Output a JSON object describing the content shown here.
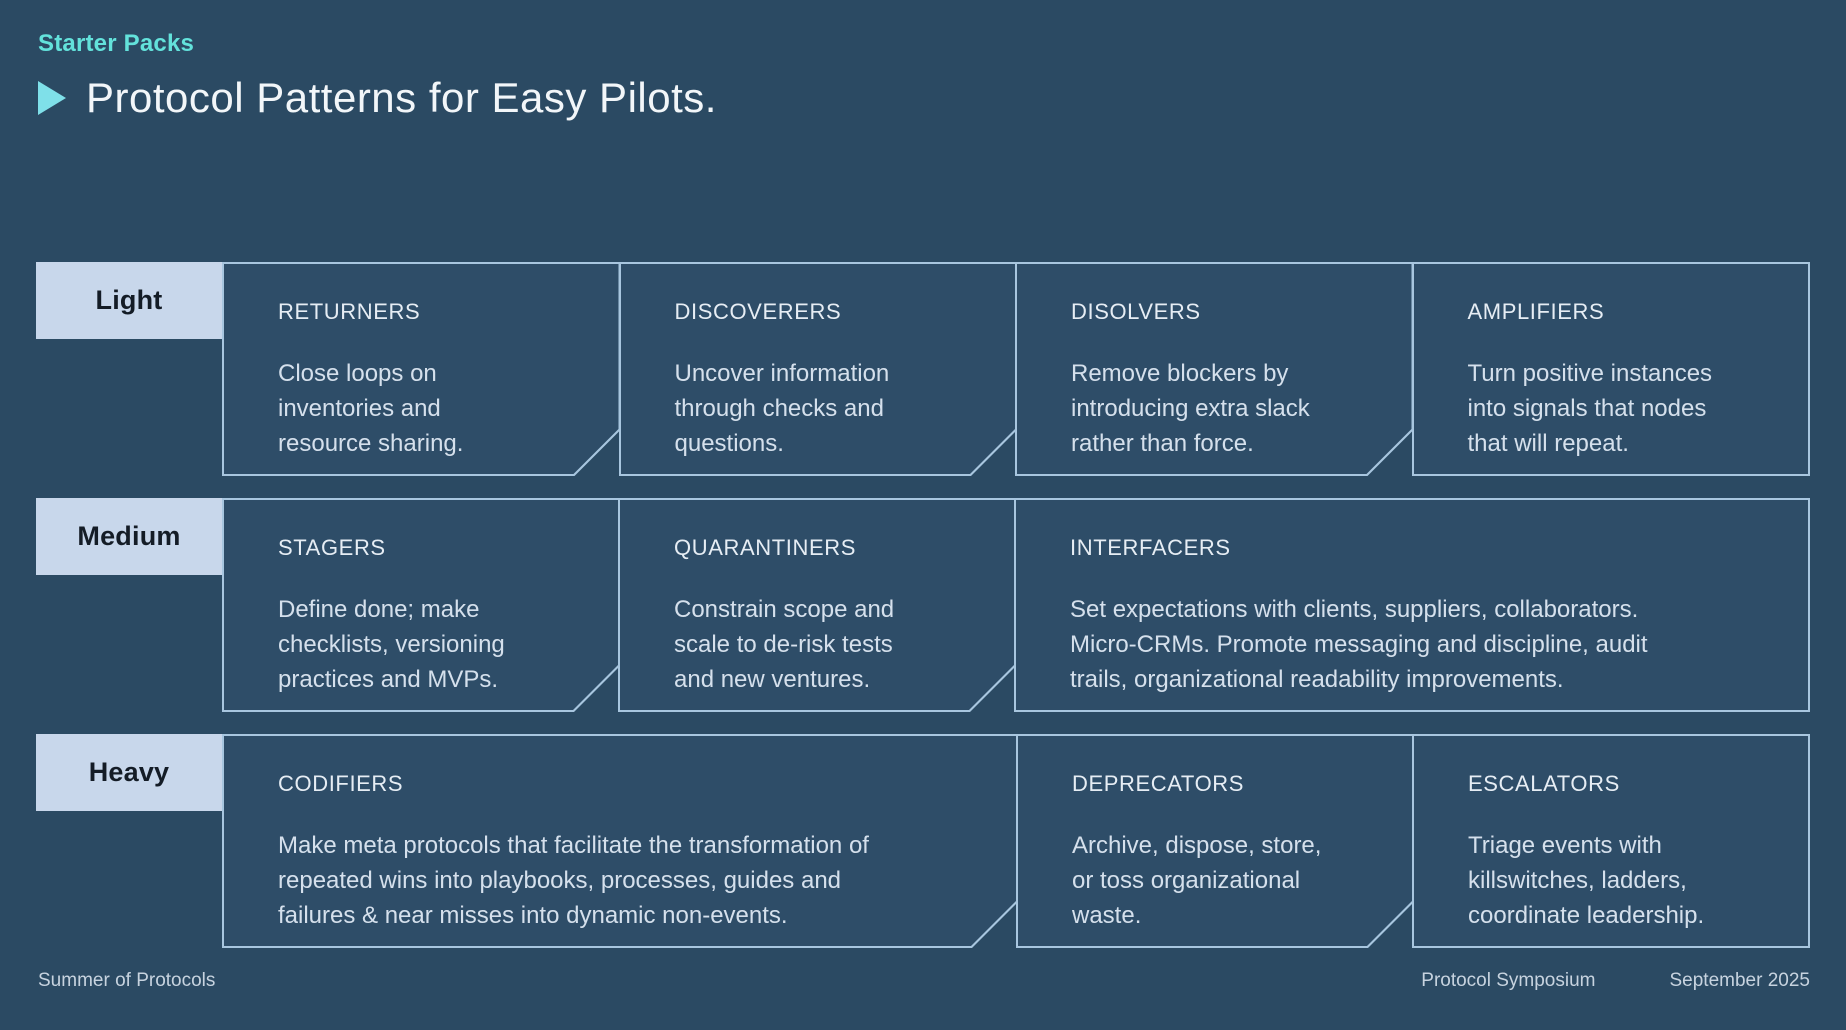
{
  "header": {
    "eyebrow": "Starter Packs",
    "title": "Protocol Patterns for Easy Pilots."
  },
  "rows": [
    {
      "label": "Light",
      "cards": [
        {
          "name": "RETURNERS",
          "description": "Close loops on\ninventories and\nresource sharing.",
          "notched": true
        },
        {
          "name": "DISCOVERERS",
          "description": "Uncover information\nthrough checks and\nquestions.",
          "notched": true
        },
        {
          "name": "DISOLVERS",
          "description": "Remove blockers by\nintroducing extra slack\nrather than force.",
          "notched": true
        },
        {
          "name": "AMPLIFIERS",
          "description": "Turn positive instances\ninto signals that nodes\nthat will repeat.",
          "notched": false
        }
      ]
    },
    {
      "label": "Medium",
      "cards": [
        {
          "name": "STAGERS",
          "description": "Define done; make\nchecklists, versioning\npractices and MVPs.",
          "notched": true
        },
        {
          "name": "QUARANTINERS",
          "description": "Constrain scope and\nscale to de-risk tests\nand new ventures.",
          "notched": true
        },
        {
          "name": "INTERFACERS",
          "description": "Set expectations with clients, suppliers, collaborators.\nMicro-CRMs. Promote messaging and discipline, audit\ntrails, organizational readability improvements.",
          "notched": false,
          "span": 2
        }
      ]
    },
    {
      "label": "Heavy",
      "cards": [
        {
          "name": "CODIFIERS",
          "description": "Make meta protocols that facilitate the transformation of\nrepeated wins into playbooks, processes, guides and\nfailures & near misses into dynamic non-events.",
          "notched": true,
          "span": 2
        },
        {
          "name": "DEPRECATORS",
          "description": "Archive, dispose, store,\nor toss organizational\nwaste.",
          "notched": true
        },
        {
          "name": "ESCALATORS",
          "description": "Triage events with\nkillswitches, ladders,\ncoordinate leadership.",
          "notched": false
        }
      ]
    }
  ],
  "footer": {
    "left": "Summer of Protocols",
    "event": "Protocol Symposium",
    "date": "September 2025"
  },
  "colors": {
    "background": "#2B4A63",
    "accent_teal": "#63E2DB",
    "arrow_blue": "#7FE0E9",
    "card_border": "#A8C6DF",
    "card_fill": "#2E4D68",
    "label_fill": "#C8D7EB",
    "label_text": "#141C26",
    "title_text": "#F2F6F9",
    "card_body_text": "#D5E0EC",
    "footer_text": "#C7D3DF"
  }
}
